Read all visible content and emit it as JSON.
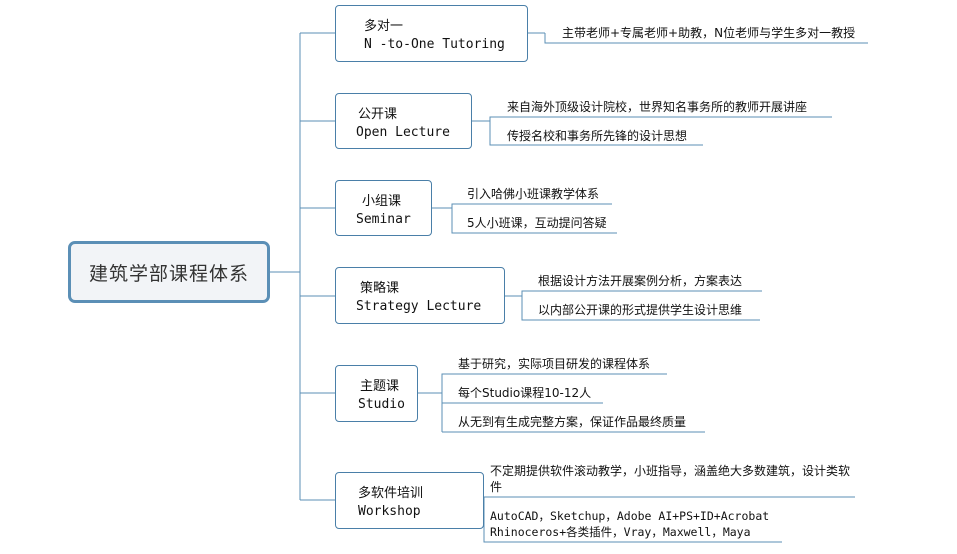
{
  "root": {
    "title": "建筑学部课程体系"
  },
  "categories": [
    {
      "name_cn": "多对一",
      "name_en": "N -to-One Tutoring",
      "items": [
        "主带老师+专属老师+助教，N位老师与学生多对一教授"
      ]
    },
    {
      "name_cn": "公开课",
      "name_en": "Open Lecture",
      "items": [
        "来自海外顶级设计院校，世界知名事务所的教师开展讲座",
        "传授名校和事务所先锋的设计思想"
      ]
    },
    {
      "name_cn": "小组课",
      "name_en": "Seminar",
      "items": [
        "引入哈佛小班课教学体系",
        "5人小班课，互动提问答疑"
      ]
    },
    {
      "name_cn": "策略课",
      "name_en": "Strategy Lecture",
      "items": [
        "根据设计方法开展案例分析，方案表达",
        "以内部公开课的形式提供学生设计思维"
      ]
    },
    {
      "name_cn": "主题课",
      "name_en": "Studio",
      "items": [
        "基于研究，实际项目研发的课程体系",
        "每个Studio课程10-12人",
        "从无到有生成完整方案，保证作品最终质量"
      ]
    },
    {
      "name_cn": "多软件培训",
      "name_en": "Workshop",
      "items": [
        "不定期提供软件滚动教学，小班指导，涵盖绝大多数建筑，设计类软件",
        "AutoCAD，Sketchup，Adobe AI+PS+ID+Acrobat Rhinoceros+各类插件，Vray，Maxwell，Maya"
      ]
    }
  ]
}
